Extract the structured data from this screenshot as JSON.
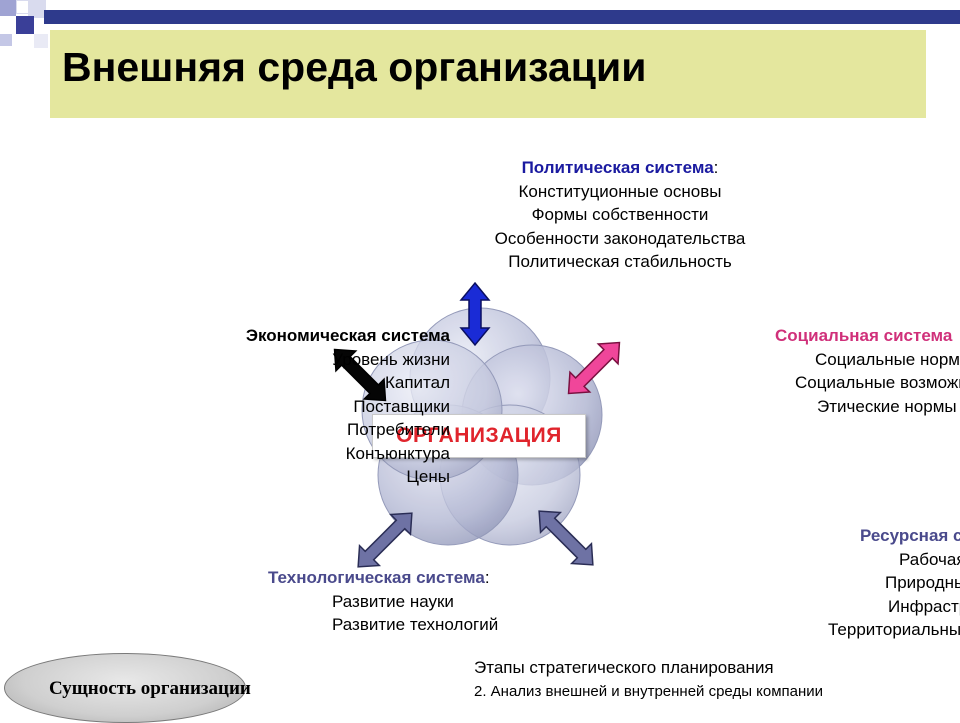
{
  "title": "Внешняя среда организации",
  "colors": {
    "title_bar": "#e4e79e",
    "political_heading": "#1a1aa0",
    "social_heading": "#d0307a",
    "tech_heading": "#4a4a8c",
    "resource_heading": "#4a4a8c",
    "org_label": "#e0242c"
  },
  "center": {
    "label": "ОРГАНИЗАЦИЯ"
  },
  "political": {
    "heading": "Политическая система",
    "colon": ":",
    "items": [
      "Конституционные основы",
      "Формы собственности",
      "Особенности законодательства",
      "Политическая стабильность"
    ]
  },
  "economic": {
    "heading": "Экономическая система",
    "items": [
      "Уровень жизни",
      "Капитал",
      "Поставщики",
      "Потребители",
      "Конъюнктура",
      "Цены"
    ]
  },
  "social": {
    "heading": "Социальная система",
    "items": [
      "Социальные нормы",
      "Социальные возможности",
      "Этические нормы"
    ]
  },
  "resource": {
    "heading": "Ресурсная система",
    "items": [
      "Рабочая сила",
      "Природные ресурсы",
      "Инфраструктура",
      "Территориальные ресурсы"
    ]
  },
  "technological": {
    "heading": "Технологическая система",
    "colon": ":",
    "items": [
      "Развитие науки",
      "Развитие технологий"
    ]
  },
  "footer": {
    "line1": "Этапы стратегического планирования",
    "line2": "2. Анализ внешней и внутренней среды компании"
  },
  "bottom_button": {
    "label": "Сущность организации"
  },
  "icons": [
    "double-arrow-blue-icon",
    "double-arrow-pink-icon",
    "double-arrow-black-icon",
    "double-arrow-slate-icon"
  ]
}
